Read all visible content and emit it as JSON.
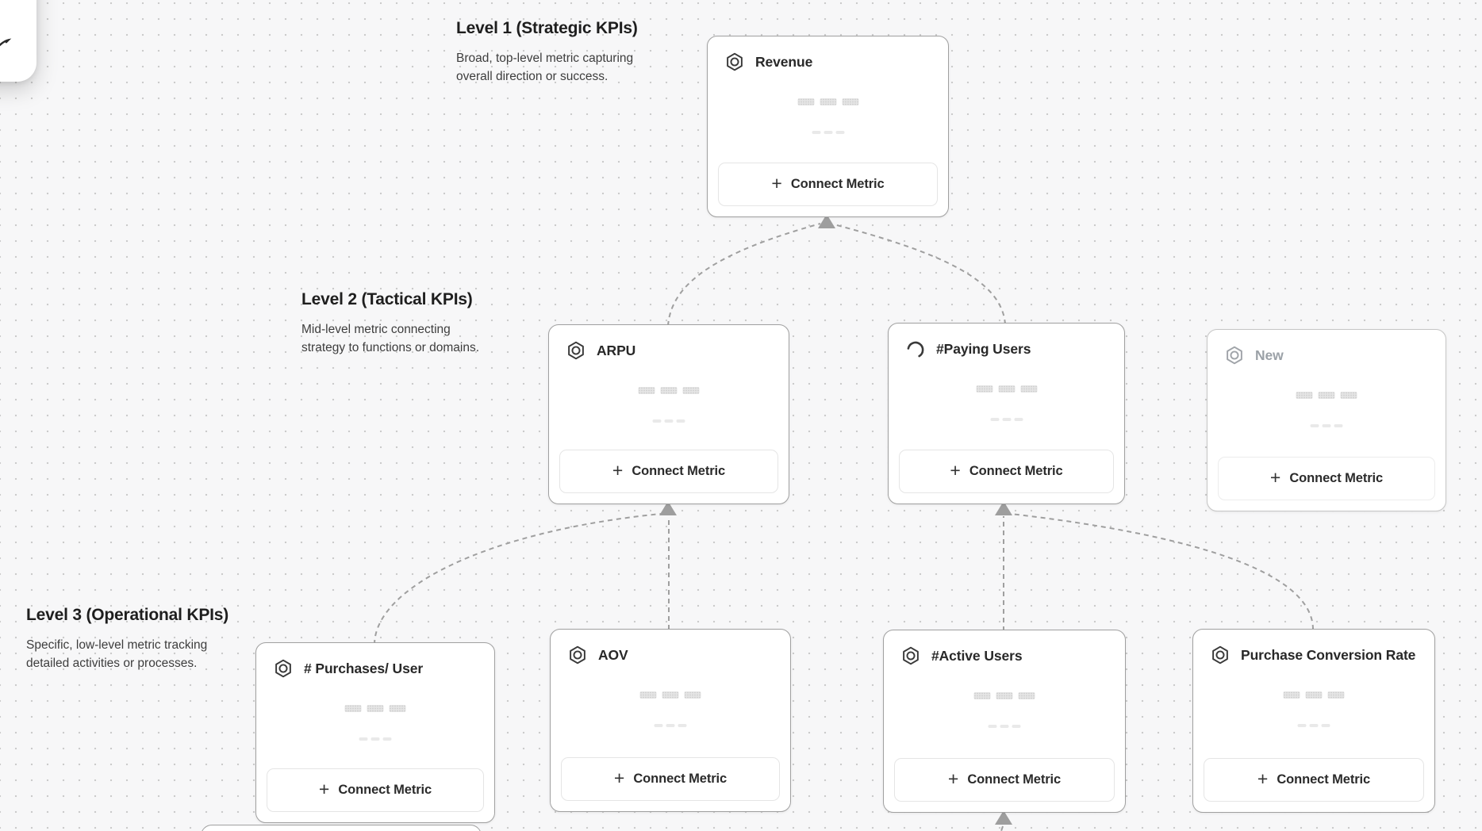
{
  "ui": {
    "plus_glyph": "+",
    "background_color": "#f7f7f8",
    "dot_grid_color": "#cbcbcb",
    "connector_color": "#9f9f9f",
    "card_border_color": "#a0a0a0",
    "muted_text_color": "#9ba1a7",
    "title_text_color": "#282828"
  },
  "levels": [
    {
      "heading": "Level 1 (Strategic KPIs)",
      "desc_line1": "Broad, top-level metric capturing",
      "desc_line2": "overall direction or success."
    },
    {
      "heading": "Level 2 (Tactical KPIs)",
      "desc_line1": "Mid-level metric connecting",
      "desc_line2": "strategy to functions or domains."
    },
    {
      "heading": "Level 3 (Operational KPIs)",
      "desc_line1": "Specific, low-level metric tracking",
      "desc_line2": "detailed activities or processes."
    }
  ],
  "cards": [
    {
      "id": "revenue",
      "title": "Revenue",
      "icon": "hexagon",
      "state": "default",
      "button_label": "Connect Metric"
    },
    {
      "id": "arpu",
      "title": "ARPU",
      "icon": "hexagon",
      "state": "default",
      "button_label": "Connect Metric"
    },
    {
      "id": "paying-users",
      "title": "#Paying Users",
      "icon": "spinner",
      "state": "loading",
      "button_label": "Connect Metric"
    },
    {
      "id": "new",
      "title": "New",
      "icon": "hexagon",
      "state": "muted",
      "button_label": "Connect Metric"
    },
    {
      "id": "purchases-user",
      "title": "# Purchases/ User",
      "icon": "hexagon",
      "state": "default",
      "button_label": "Connect Metric"
    },
    {
      "id": "aov",
      "title": "AOV",
      "icon": "hexagon",
      "state": "default",
      "button_label": "Connect Metric"
    },
    {
      "id": "active-users",
      "title": "#Active Users",
      "icon": "hexagon",
      "state": "default",
      "button_label": "Connect Metric"
    },
    {
      "id": "purchase-conversion-rate",
      "title": "Purchase Conversion Rate",
      "icon": "hexagon",
      "state": "default",
      "button_label": "Connect Metric"
    }
  ]
}
